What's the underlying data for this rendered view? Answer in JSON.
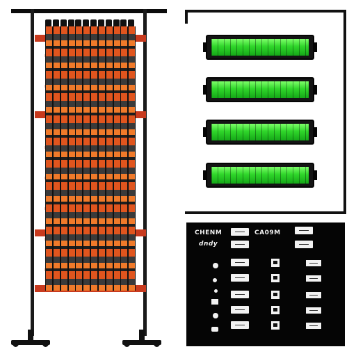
{
  "control_panel": {
    "labels": [
      "CHENM",
      "CA09M",
      "dndy"
    ]
  },
  "battery_panel": {
    "levels": [
      1.0,
      1.0,
      1.0,
      1.0
    ],
    "fill_color": "#2fd62a"
  },
  "rack": {
    "tube_color": "#e0551e",
    "rail_color": "#c83a1e",
    "tube_count": 12
  }
}
